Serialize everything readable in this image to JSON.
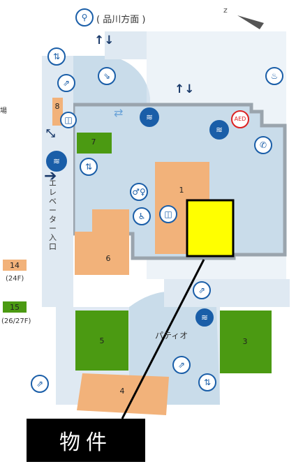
{
  "header": {
    "direction_label": "( 品川方面 )",
    "arrows_top": "↑↓",
    "arrows_middle": "↑↓"
  },
  "left_text": {
    "edge_char": "場",
    "elevator_entrance": "エレベーター入口"
  },
  "area_labels": {
    "patio": "パティオ"
  },
  "units": {
    "u1": "1",
    "u3": "3",
    "u4": "4",
    "u5": "5",
    "u6": "6",
    "u7": "7",
    "u8": "8"
  },
  "legend": {
    "orange_num": "14",
    "orange_floor": "(24F)",
    "green_num": "15",
    "green_floor": "(26/27F)"
  },
  "aed_label": "AED",
  "banner_text": "物件",
  "colors": {
    "floor": "#c9dcea",
    "corridor": "#dfe9f2",
    "orange_unit": "#f2b27a",
    "green_unit": "#4b9a12",
    "highlight": "#ffff00",
    "icon_blue": "#1a5ea8",
    "banner_bg": "#000000"
  },
  "icons": [
    "location-pin-icon",
    "compass-arrow-icon",
    "escalator-icon",
    "escalator-icon",
    "wifi-icon",
    "wifi-icon",
    "wifi-icon",
    "aed-icon",
    "phone-icon",
    "elevator-icon",
    "elevator-icon",
    "restroom-icon",
    "accessible-icon",
    "baby-room-icon",
    "smoking-area-icon"
  ]
}
